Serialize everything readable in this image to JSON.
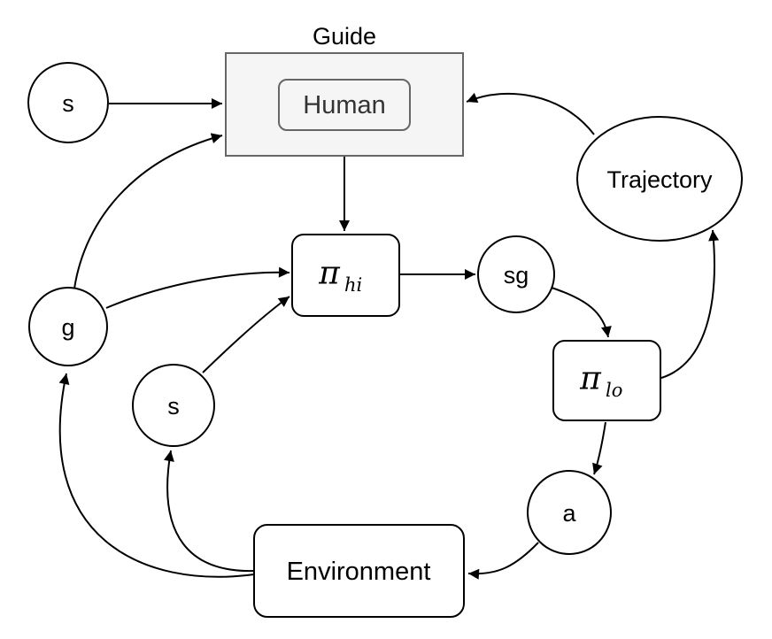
{
  "figure": {
    "kind": "flow-diagram",
    "background": "#ffffff"
  },
  "colors": {
    "guide_fill": "#f5f5f5",
    "guide_stroke": "#666666",
    "node_fill": "#ffffff",
    "line": "#000000"
  },
  "nodes": {
    "state_top": {
      "label": "s"
    },
    "guide": {
      "label": "Guide"
    },
    "human": {
      "label": "Human"
    },
    "trajectory": {
      "label": "Trajectory"
    },
    "pi_hi": {
      "symbol": "π",
      "subscript": "hi"
    },
    "subgoal": {
      "label": "sg"
    },
    "pi_lo": {
      "symbol": "π",
      "subscript": "lo"
    },
    "action": {
      "label": "a"
    },
    "goal": {
      "label": "g"
    },
    "state_mid": {
      "label": "s"
    },
    "environment": {
      "label": "Environment"
    }
  },
  "edges": [
    {
      "from": "s (top)",
      "to": "Guide"
    },
    {
      "from": "g",
      "to": "Guide"
    },
    {
      "from": "Trajectory",
      "to": "Guide"
    },
    {
      "from": "Guide",
      "to": "π_hi"
    },
    {
      "from": "g",
      "to": "π_hi"
    },
    {
      "from": "s (mid)",
      "to": "π_hi"
    },
    {
      "from": "π_hi",
      "to": "sg"
    },
    {
      "from": "sg",
      "to": "π_lo"
    },
    {
      "from": "π_lo",
      "to": "a"
    },
    {
      "from": "π_lo",
      "to": "Trajectory"
    },
    {
      "from": "a",
      "to": "Environment"
    },
    {
      "from": "Environment",
      "to": "s (mid)"
    },
    {
      "from": "Environment",
      "to": "g"
    }
  ]
}
